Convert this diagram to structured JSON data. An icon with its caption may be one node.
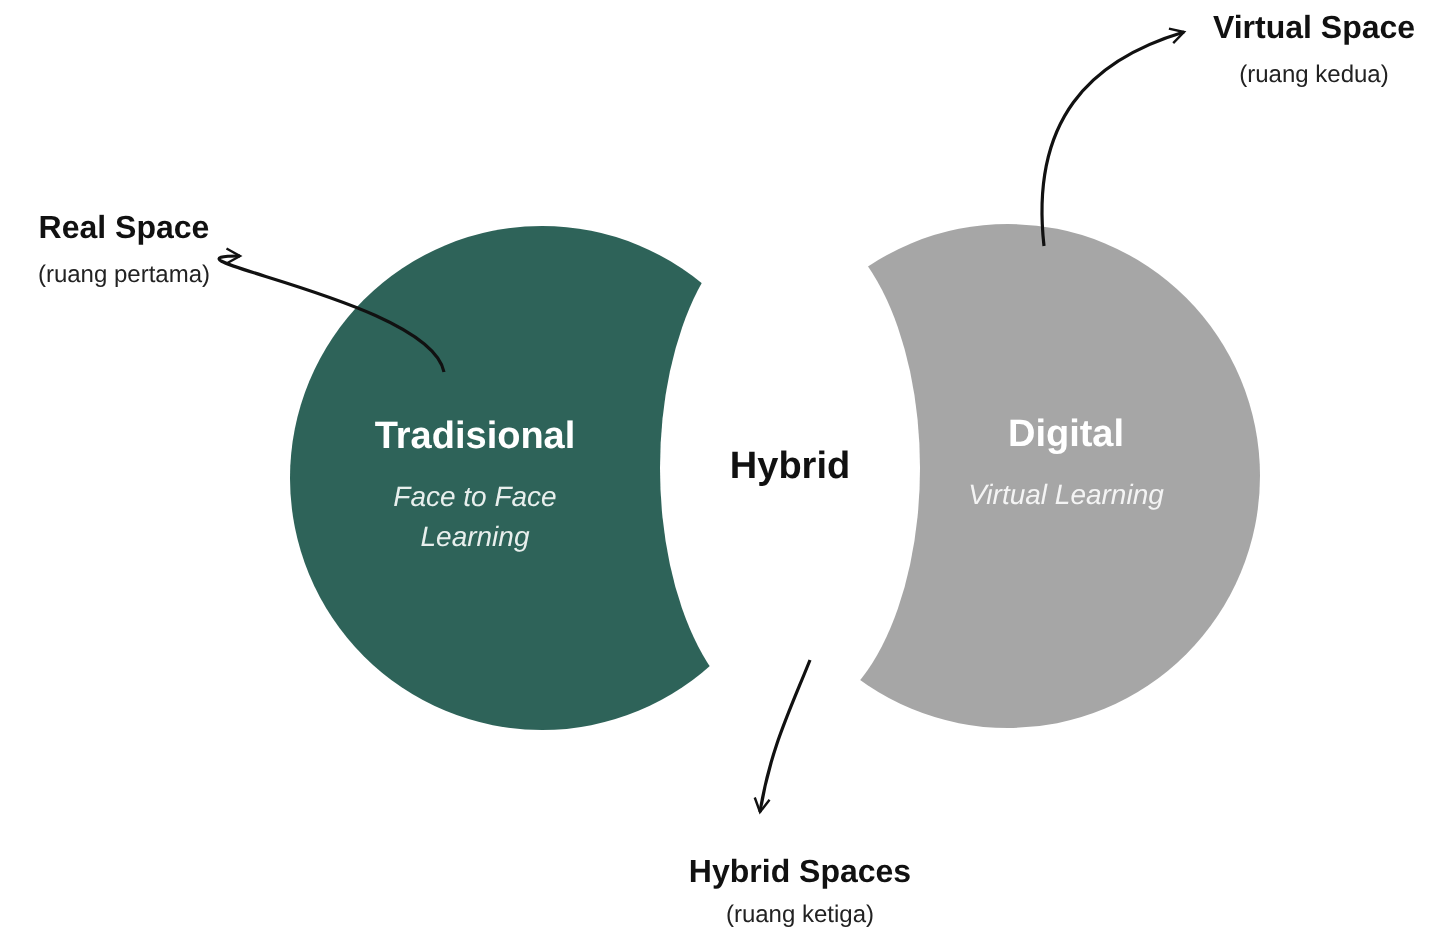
{
  "diagram": {
    "nodes": [
      {
        "text": [
          "Tradisional",
          "Face to Face Learning"
        ]
      },
      {
        "text": [
          "Digital",
          "Virtual Learning"
        ]
      },
      {
        "text": [
          "Hybrid"
        ]
      },
      {
        "text": [
          "Real Space",
          "(ruang pertama)"
        ]
      },
      {
        "text": [
          "Virtual Space",
          "(ruang kedua)"
        ]
      },
      {
        "text": [
          "Hybrid Spaces",
          "(ruang ketiga)"
        ]
      }
    ],
    "edges": [
      {
        "from": 0,
        "to": 3,
        "arrow": "to"
      },
      {
        "from": 1,
        "to": 4,
        "arrow": "to"
      },
      {
        "from": 2,
        "to": 5,
        "arrow": "to"
      }
    ]
  }
}
